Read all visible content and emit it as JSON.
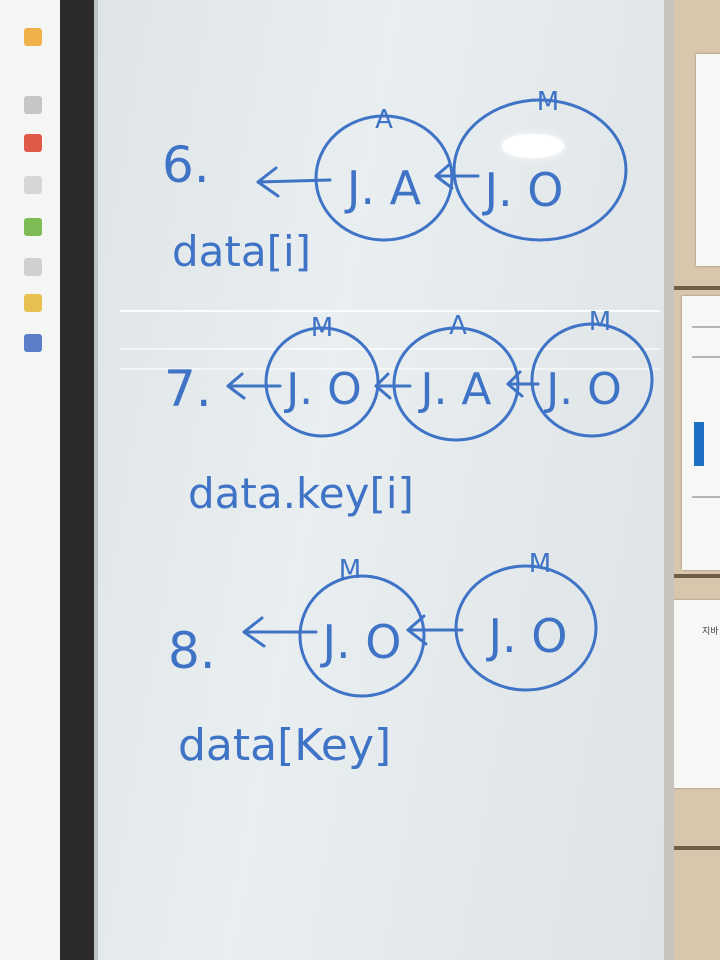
{
  "whiteboard": {
    "examples": [
      {
        "number": "6.",
        "nodes": [
          {
            "top": "A",
            "text": "J. A"
          },
          {
            "top": "M",
            "text": "J. O"
          }
        ],
        "expression": "data[i]"
      },
      {
        "number": "7.",
        "nodes": [
          {
            "top": "M",
            "text": "J. O"
          },
          {
            "top": "A",
            "text": "J. A"
          },
          {
            "top": "M",
            "text": "J. O"
          }
        ],
        "expression": "data.key[i]"
      },
      {
        "number": "8.",
        "nodes": [
          {
            "top": "M",
            "text": "J. O"
          },
          {
            "top": "M",
            "text": "J. O"
          }
        ],
        "expression": "data[Key]"
      }
    ],
    "ink_color": "#3f73c6"
  },
  "wall_papers": [
    {
      "label": "지바"
    }
  ]
}
